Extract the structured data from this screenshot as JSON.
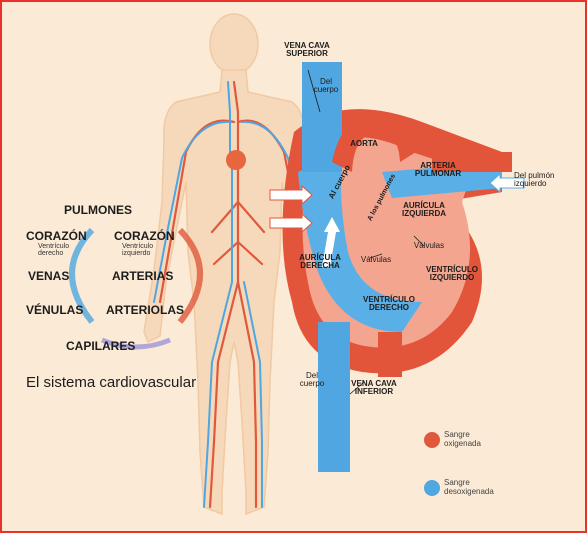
{
  "colors": {
    "background": "#fbead6",
    "border": "#e8322a",
    "oxygenated": "#e0593c",
    "deoxygenated": "#4fa6e0"
  },
  "circulation": {
    "pulmones": "PULMONES",
    "corazon_left": "CORAZÓN",
    "corazon_left_sub": "Ventrículo derecho",
    "corazon_right": "CORAZÓN",
    "corazon_right_sub": "Ventrículo izquierdo",
    "venas": "VENAS",
    "arterias": "ARTERIAS",
    "venulas": "VÉNULAS",
    "arteriolas": "ARTERIOLAS",
    "capilares": "CAPILARES"
  },
  "title": "El sistema cardiovascular",
  "heart": {
    "vena_cava_superior": "VENA CAVA SUPERIOR",
    "del_cuerpo_top": "Del cuerpo",
    "aorta": "AORTA",
    "al_cuerpo": "Al cuerpo",
    "a_los_pulmones": "A los pulmones",
    "arteria_pulmonar": "ARTERIA PULMONAR",
    "del_pulmon_izquierdo": "Del pulmón izquierdo",
    "auricula_izquierda": "AURÍCULA IZQUIERDA",
    "valvulas_right": "Válvulas",
    "valvulas_left": "Válvulas",
    "auricula_derecha": "AURÍCULA DERECHA",
    "ventriculo_izquierdo": "VENTRÍCULO IZQUIERDO",
    "ventriculo_derecho": "VENTRÍCULO DERECHO",
    "del_cuerpo_bottom": "Del cuerpo",
    "vena_cava_inferior": "VENA CAVA INFERIOR"
  },
  "legend": {
    "oxygenated_label": "Sangre oxigenada",
    "deoxygenated_label": "Sangre desoxigenada"
  }
}
